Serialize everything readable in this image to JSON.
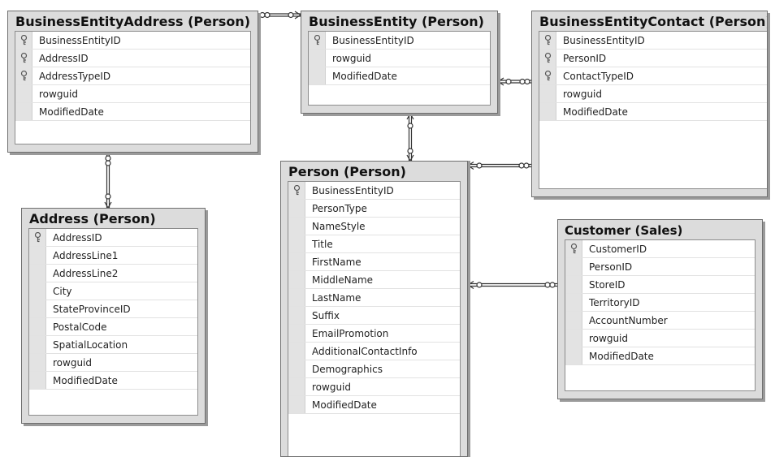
{
  "tables": {
    "bea": {
      "title": "BusinessEntityAddress (Person)",
      "columns": [
        {
          "name": "BusinessEntityID",
          "pk": true
        },
        {
          "name": "AddressID",
          "pk": true
        },
        {
          "name": "AddressTypeID",
          "pk": true
        },
        {
          "name": "rowguid",
          "pk": false
        },
        {
          "name": "ModifiedDate",
          "pk": false
        }
      ]
    },
    "be": {
      "title": "BusinessEntity (Person)",
      "columns": [
        {
          "name": "BusinessEntityID",
          "pk": true
        },
        {
          "name": "rowguid",
          "pk": false
        },
        {
          "name": "ModifiedDate",
          "pk": false
        }
      ]
    },
    "bec": {
      "title": "BusinessEntityContact (Person)",
      "columns": [
        {
          "name": "BusinessEntityID",
          "pk": true
        },
        {
          "name": "PersonID",
          "pk": true
        },
        {
          "name": "ContactTypeID",
          "pk": true
        },
        {
          "name": "rowguid",
          "pk": false
        },
        {
          "name": "ModifiedDate",
          "pk": false
        }
      ]
    },
    "address": {
      "title": "Address (Person)",
      "columns": [
        {
          "name": "AddressID",
          "pk": true
        },
        {
          "name": "AddressLine1",
          "pk": false
        },
        {
          "name": "AddressLine2",
          "pk": false
        },
        {
          "name": "City",
          "pk": false
        },
        {
          "name": "StateProvinceID",
          "pk": false
        },
        {
          "name": "PostalCode",
          "pk": false
        },
        {
          "name": "SpatialLocation",
          "pk": false
        },
        {
          "name": "rowguid",
          "pk": false
        },
        {
          "name": "ModifiedDate",
          "pk": false
        }
      ]
    },
    "person": {
      "title": "Person (Person)",
      "columns": [
        {
          "name": "BusinessEntityID",
          "pk": true
        },
        {
          "name": "PersonType",
          "pk": false
        },
        {
          "name": "NameStyle",
          "pk": false
        },
        {
          "name": "Title",
          "pk": false
        },
        {
          "name": "FirstName",
          "pk": false
        },
        {
          "name": "MiddleName",
          "pk": false
        },
        {
          "name": "LastName",
          "pk": false
        },
        {
          "name": "Suffix",
          "pk": false
        },
        {
          "name": "EmailPromotion",
          "pk": false
        },
        {
          "name": "AdditionalContactInfo",
          "pk": false
        },
        {
          "name": "Demographics",
          "pk": false
        },
        {
          "name": "rowguid",
          "pk": false
        },
        {
          "name": "ModifiedDate",
          "pk": false
        }
      ]
    },
    "customer": {
      "title": "Customer (Sales)",
      "columns": [
        {
          "name": "CustomerID",
          "pk": true
        },
        {
          "name": "PersonID",
          "pk": false
        },
        {
          "name": "StoreID",
          "pk": false
        },
        {
          "name": "TerritoryID",
          "pk": false
        },
        {
          "name": "AccountNumber",
          "pk": false
        },
        {
          "name": "rowguid",
          "pk": false
        },
        {
          "name": "ModifiedDate",
          "pk": false
        }
      ]
    }
  },
  "relationships": [
    {
      "from": "bea",
      "to": "be",
      "from_end": "many",
      "to_end": "one"
    },
    {
      "from": "bea",
      "to": "address",
      "from_end": "many",
      "to_end": "one"
    },
    {
      "from": "bec",
      "to": "be",
      "from_end": "many",
      "to_end": "one"
    },
    {
      "from": "person",
      "to": "be",
      "from_end": "one",
      "to_end": "one"
    },
    {
      "from": "bec",
      "to": "person",
      "from_end": "many",
      "to_end": "one"
    },
    {
      "from": "customer",
      "to": "person",
      "from_end": "many",
      "to_end": "one"
    }
  ],
  "colors": {
    "table_header": "#dcdcdc",
    "line": "#333333",
    "key_cell": "#e3e3e3"
  },
  "icons": {
    "primary_key": "key-icon"
  }
}
